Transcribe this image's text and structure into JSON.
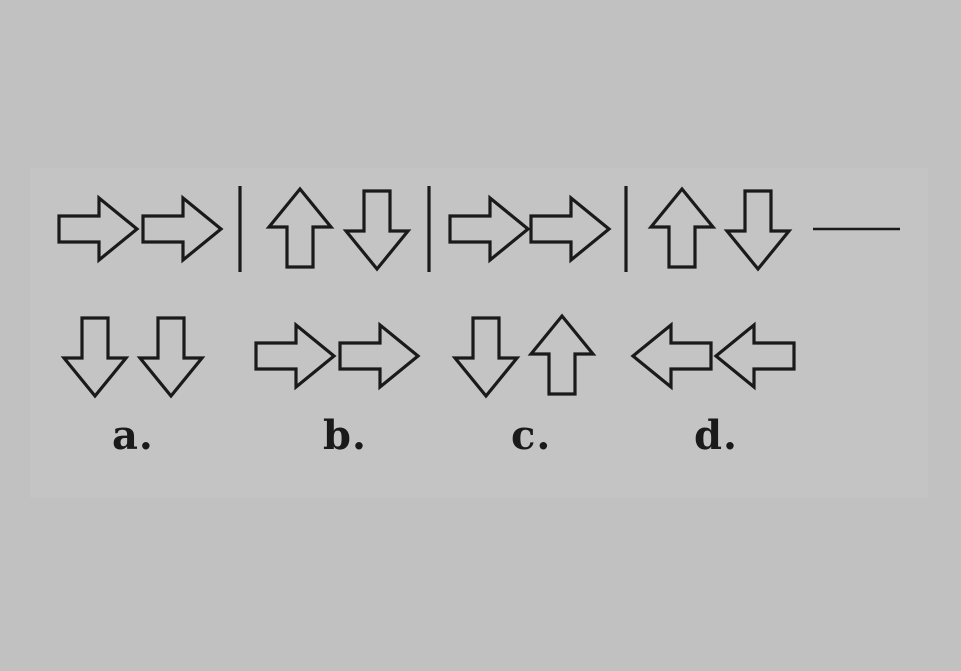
{
  "question": {
    "sequence": [
      [
        "right-arrow",
        "right-arrow"
      ],
      [
        "up-arrow",
        "down-arrow"
      ],
      [
        "right-arrow",
        "right-arrow"
      ],
      [
        "up-arrow",
        "down-arrow"
      ]
    ],
    "blank": "missing-term"
  },
  "options": [
    {
      "label": "a.",
      "arrows": [
        "down-arrow",
        "down-arrow"
      ]
    },
    {
      "label": "b.",
      "arrows": [
        "right-arrow",
        "right-arrow"
      ]
    },
    {
      "label": "c.",
      "arrows": [
        "down-arrow",
        "up-arrow"
      ]
    },
    {
      "label": "d.",
      "arrows": [
        "left-arrow",
        "left-arrow"
      ]
    }
  ],
  "colors": {
    "background": "#c1c1c1",
    "panel": "#c4c4c4",
    "ink": "#1a1a1a"
  }
}
